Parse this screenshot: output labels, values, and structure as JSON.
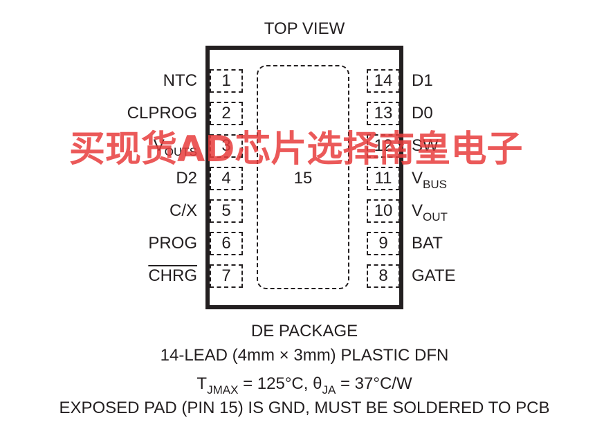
{
  "diagram": {
    "view_label": "TOP VIEW",
    "exposed_pad_number": "15",
    "left_pins": [
      {
        "number": "1",
        "name": "NTC"
      },
      {
        "number": "2",
        "name": "CLPROG"
      },
      {
        "number": "3",
        "name_main": "V",
        "name_sub": "OUTS"
      },
      {
        "number": "4",
        "name": "D2"
      },
      {
        "number": "5",
        "name": "C/X"
      },
      {
        "number": "6",
        "name": "PROG"
      },
      {
        "number": "7",
        "name": "CHRG",
        "overline": true
      }
    ],
    "right_pins": [
      {
        "number": "14",
        "name": "D1"
      },
      {
        "number": "13",
        "name": "D0"
      },
      {
        "number": "12",
        "name": "SW"
      },
      {
        "number": "11",
        "name_main": "V",
        "name_sub": "BUS"
      },
      {
        "number": "10",
        "name_main": "V",
        "name_sub": "OUT"
      },
      {
        "number": "9",
        "name": "BAT"
      },
      {
        "number": "8",
        "name": "GATE"
      }
    ],
    "package_name": "DE PACKAGE",
    "package_desc": "14-LEAD (4mm × 3mm) PLASTIC DFN",
    "thermal": {
      "tj_main": "T",
      "tj_sub": "JMAX",
      "tj_value": " = 125°C, ",
      "theta_main": "θ",
      "theta_sub": "JA",
      "theta_value": " = 37°C/W"
    },
    "exposed_pad_note": "EXPOSED PAD (PIN 15) IS GND, MUST BE SOLDERED TO PCB"
  },
  "watermark_text": "买现货AD芯片选择南皇电子"
}
